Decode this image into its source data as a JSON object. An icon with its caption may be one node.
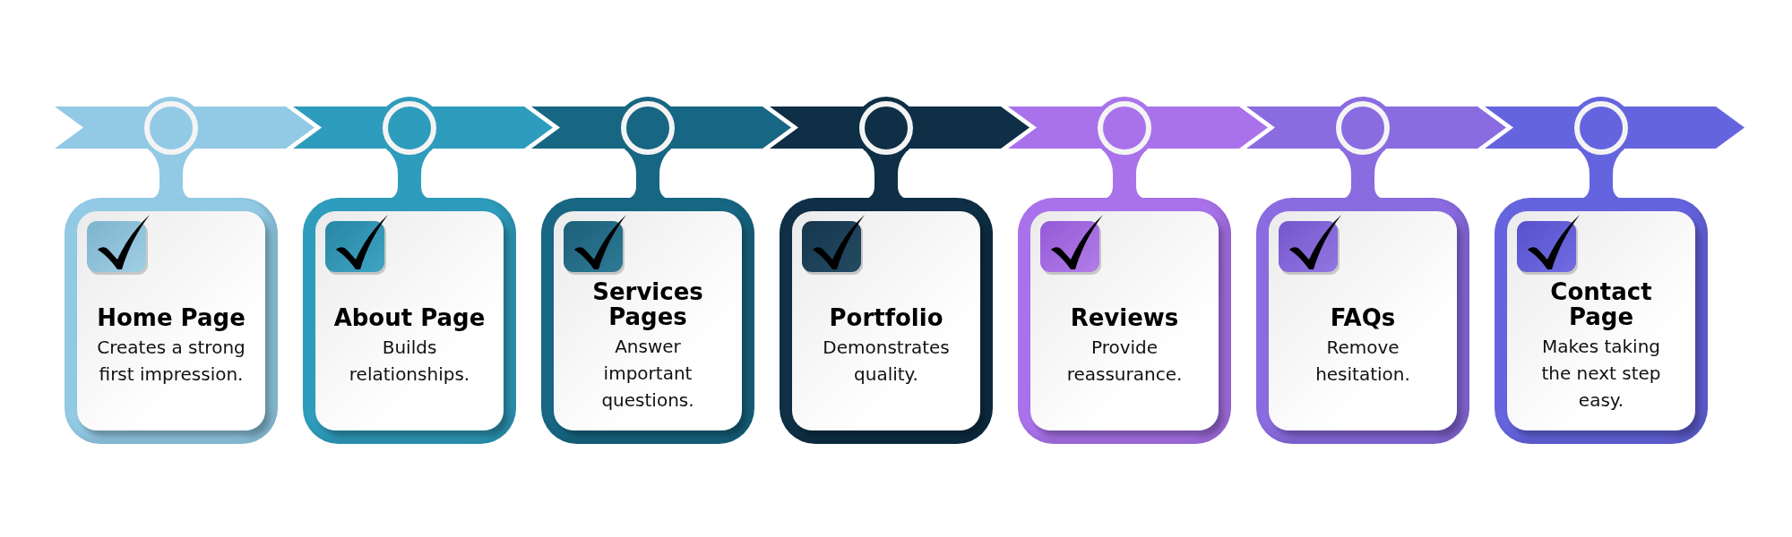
{
  "diagram": {
    "nodes": [
      {
        "text": [
          "Home Page",
          "Creates a strong first impression."
        ]
      },
      {
        "text": [
          "About Page",
          "Builds relationships."
        ]
      },
      {
        "text": [
          "Services Pages",
          "Answer important questions."
        ]
      },
      {
        "text": [
          "Portfolio",
          "Demonstrates quality."
        ]
      },
      {
        "text": [
          "Reviews",
          "Provide reassurance."
        ]
      },
      {
        "text": [
          "FAQs",
          "Remove hesitation."
        ]
      },
      {
        "text": [
          "Contact Page",
          "Makes taking the next step easy."
        ]
      }
    ]
  }
}
